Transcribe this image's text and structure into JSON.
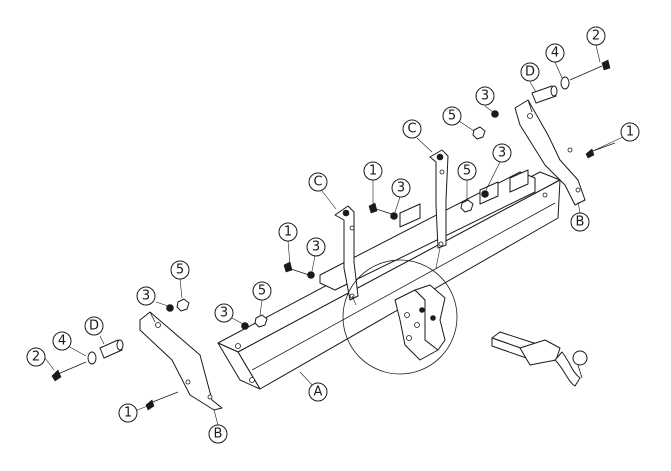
{
  "diagram": {
    "callouts": {
      "c1": "1",
      "c2": "2",
      "c3": "3",
      "c4": "4",
      "c5": "5",
      "cA": "A",
      "cB": "B",
      "cC": "C",
      "cD": "D"
    }
  }
}
